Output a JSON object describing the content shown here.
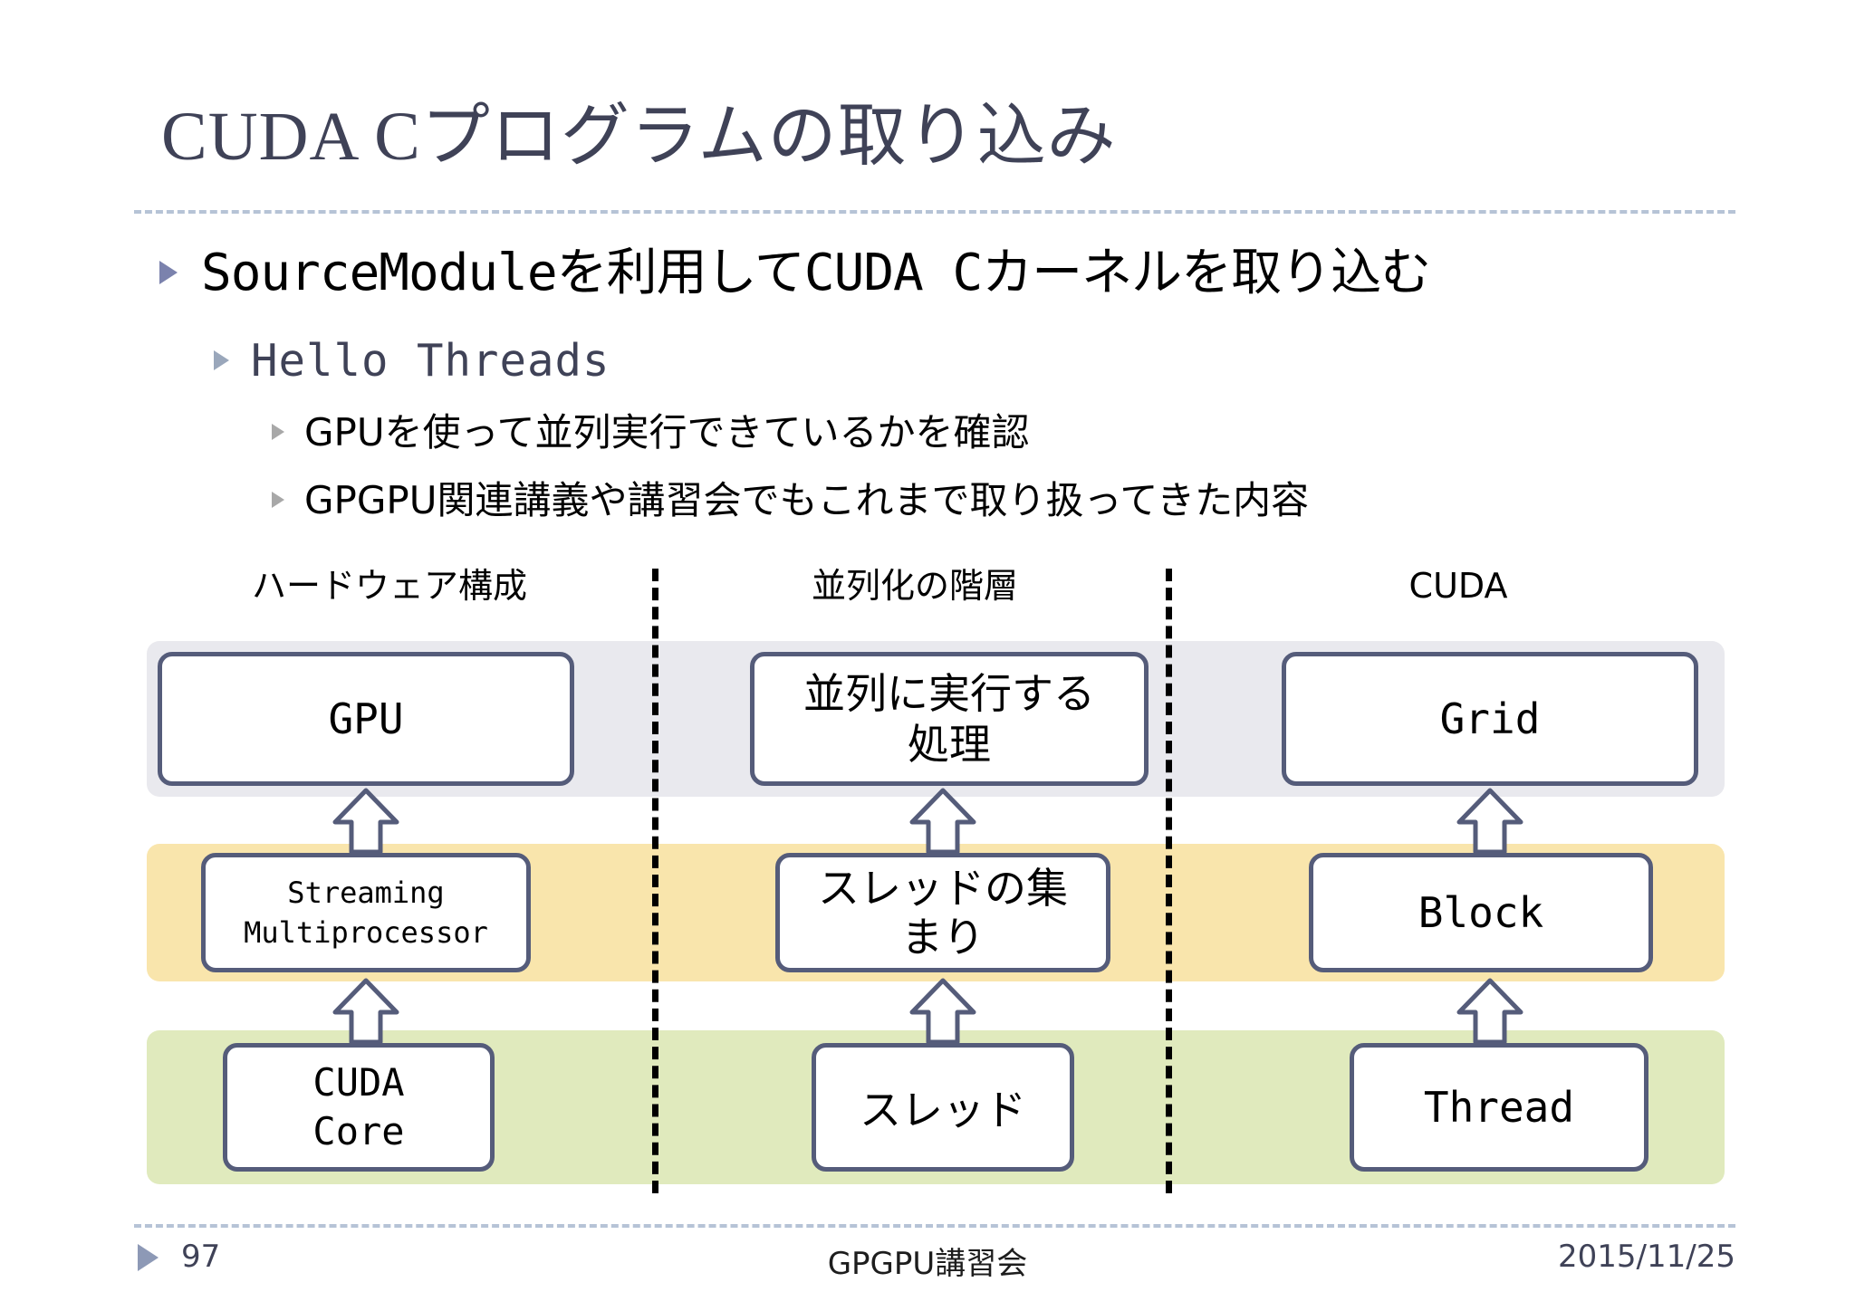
{
  "slide": {
    "title": "CUDA Cプログラムの取り込み",
    "bullets": {
      "level1": "SourceModuleを利用してCUDA Cカーネルを取り込む",
      "level2": "Hello Threads",
      "level3": [
        "GPUを使って並列実行できているかを確認",
        "GPGPU関連講義や講習会でもこれまで取り扱ってきた内容"
      ]
    },
    "diagram": {
      "column_headers": [
        "ハードウェア構成",
        "並列化の階層",
        "CUDA"
      ],
      "rows": [
        {
          "band_color": "#e9e9ee",
          "nodes": [
            "GPU",
            "並列に実行する\n処理",
            "Grid"
          ]
        },
        {
          "band_color": "#f9e5ac",
          "nodes": [
            "Streaming\nMultiprocessor",
            "スレッドの集\nまり",
            "Block"
          ]
        },
        {
          "band_color": "#e0eabd",
          "nodes": [
            "CUDA\nCore",
            "スレッド",
            "Thread"
          ]
        }
      ],
      "arrow_direction": "up",
      "separator_style": "dashed-vertical"
    },
    "footer": {
      "page_number": "97",
      "center_text": "GPGPU講習会",
      "date": "2015/11/25"
    },
    "colors": {
      "title_text": "#3f4257",
      "divider": "#b6c3d6",
      "node_border": "#555c7a",
      "bullet_marker_l1": "#7b82ad",
      "bullet_marker_l2": "#9aa7bb",
      "bullet_marker_l3": "#a8a8a8"
    }
  }
}
